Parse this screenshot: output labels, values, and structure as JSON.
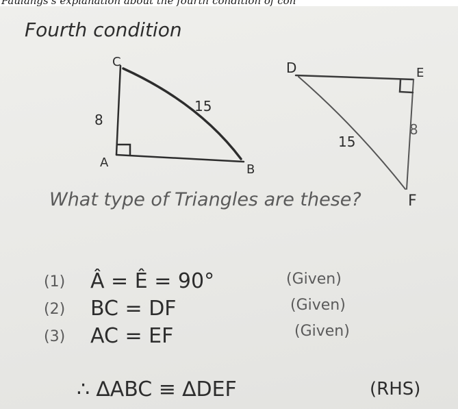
{
  "caption": "Paulangs's explanation about the fourth condition of con",
  "board": {
    "heading": "Fourth condition",
    "triangle1": {
      "vertex_top": "C",
      "vertex_left": "A",
      "vertex_right": "B",
      "side_left": "8",
      "hypotenuse": "15"
    },
    "triangle2": {
      "vertex_left": "D",
      "vertex_right": "E",
      "vertex_bottom": "F",
      "side_right": "8",
      "hypotenuse": "15"
    },
    "question": "What type of Triangles are these?",
    "statements": [
      {
        "num": "(1)",
        "expr": "Â = Ê = 90°",
        "reason": "(Given)"
      },
      {
        "num": "(2)",
        "expr": "BC = DF",
        "reason": "(Given)"
      },
      {
        "num": "(3)",
        "expr": "AC = EF",
        "reason": "(Given)"
      }
    ],
    "conclusion": "∴ ∆ABC ≡ ∆DEF",
    "conclusion_reason": "(RHS)"
  }
}
